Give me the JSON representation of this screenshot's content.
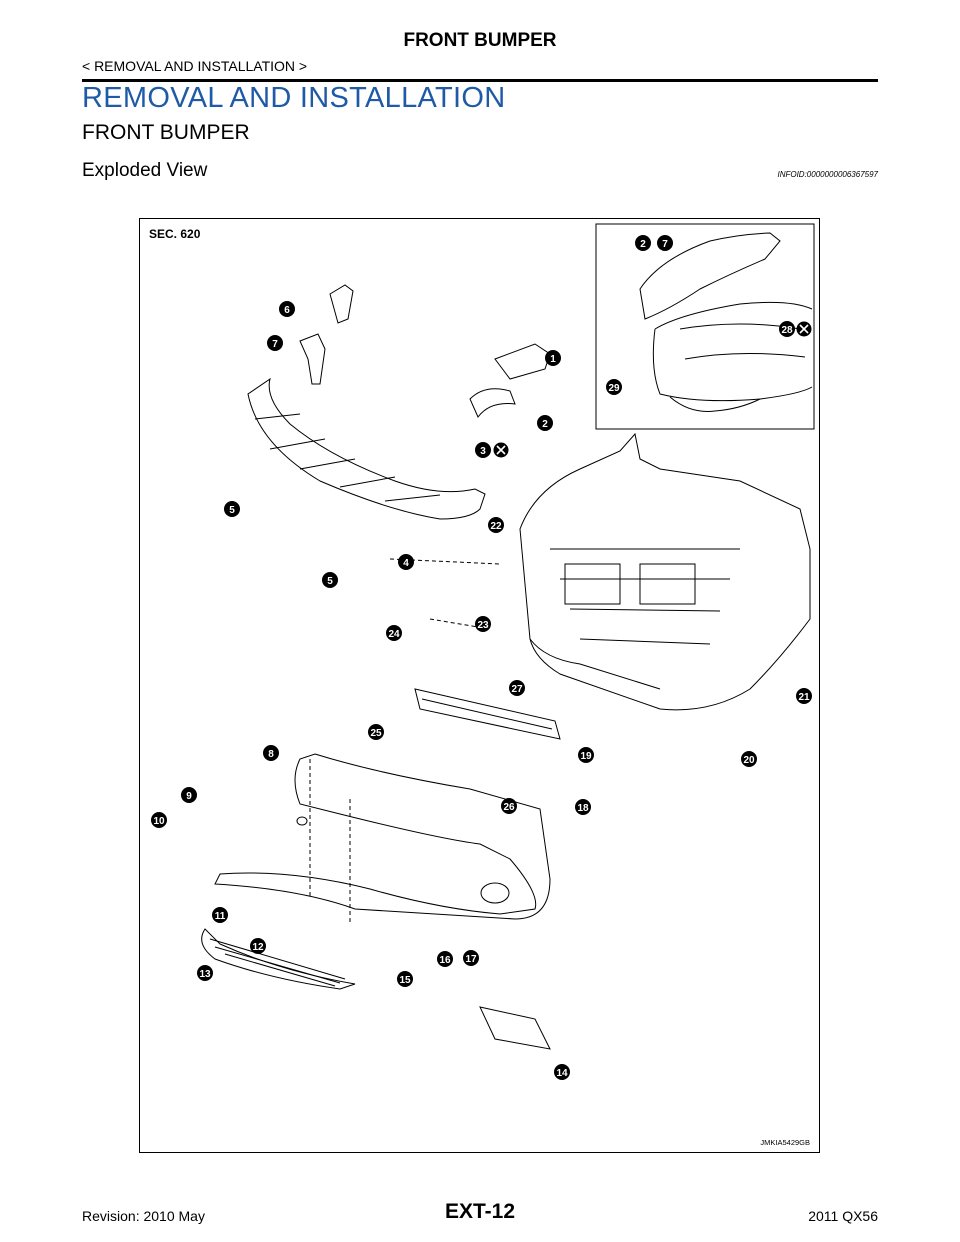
{
  "header": {
    "title": "FRONT BUMPER",
    "breadcrumb": "< REMOVAL AND INSTALLATION >"
  },
  "section": {
    "title": "REMOVAL AND INSTALLATION",
    "subtitle": "FRONT BUMPER",
    "subsubtitle": "Exploded View",
    "info_id": "INFOID:0000000006367597"
  },
  "figure": {
    "sec_label": "SEC. 620",
    "figure_id": "JMKIA5429GB",
    "callouts": [
      "1",
      "2",
      "3",
      "4",
      "5",
      "5",
      "6",
      "7",
      "8",
      "9",
      "10",
      "11",
      "12",
      "13",
      "14",
      "15",
      "16",
      "17",
      "18",
      "19",
      "20",
      "21",
      "22",
      "23",
      "24",
      "25",
      "26",
      "27",
      "28",
      "29",
      "2",
      "7"
    ]
  },
  "footer": {
    "revision": "Revision: 2010 May",
    "page": "EXT-12",
    "model": "2011 QX56"
  }
}
